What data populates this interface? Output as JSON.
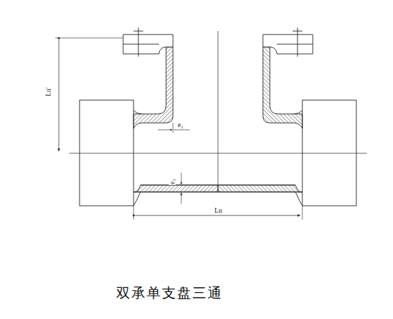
{
  "diagram": {
    "caption": "双承单支盘三通",
    "labels": [
      "Lu'",
      "e₁",
      "e₁",
      "Lu"
    ]
  }
}
